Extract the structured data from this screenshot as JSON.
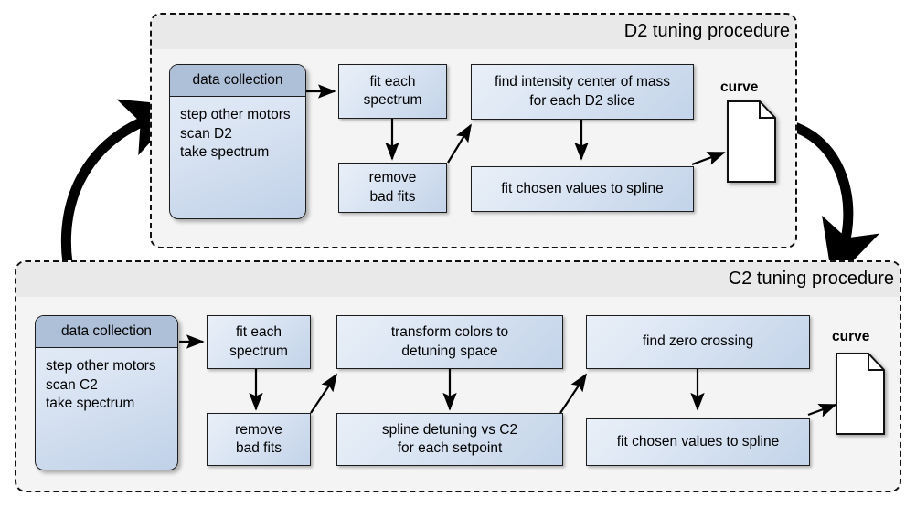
{
  "diagram": {
    "title": "D2 and C2 tuning procedures flowchart",
    "colors": {
      "group_fill": "#f4f4f4",
      "group_header_fill": "#e9e9e9",
      "group_border": "#111111",
      "node_fill_light": "#e9eff8",
      "node_fill_dark": "#c3d3e9",
      "node_header_fill": "#aec0d8",
      "node_border": "#1c1c1c",
      "arrow": "#000000",
      "doc_fill": "#ffffff"
    }
  },
  "groups": [
    {
      "id": "d2",
      "title": "D2 tuning procedure"
    },
    {
      "id": "c2",
      "title": "C2 tuning procedure"
    }
  ],
  "d2": {
    "title": "D2 tuning procedure",
    "data_collection": {
      "header": "data collection",
      "lines": [
        "step other motors",
        "scan D2",
        "take spectrum"
      ]
    },
    "nodes": [
      {
        "name": "fit-each-spectrum",
        "lines": [
          "fit each",
          "spectrum"
        ]
      },
      {
        "name": "remove-bad-fits",
        "lines": [
          "remove",
          "bad fits"
        ]
      },
      {
        "name": "find-intensity-center-of-mass",
        "lines": [
          "find intensity center of mass",
          "for each D2 slice"
        ]
      },
      {
        "name": "fit-chosen-values-to-spline",
        "lines": [
          "fit chosen values to spline"
        ]
      }
    ],
    "output": {
      "label": "curve",
      "icon": "document-icon"
    }
  },
  "c2": {
    "title": "C2 tuning procedure",
    "data_collection": {
      "header": "data collection",
      "lines": [
        "step other motors",
        "scan C2",
        "take spectrum"
      ]
    },
    "nodes": [
      {
        "name": "fit-each-spectrum",
        "lines": [
          "fit each",
          "spectrum"
        ]
      },
      {
        "name": "remove-bad-fits",
        "lines": [
          "remove",
          "bad fits"
        ]
      },
      {
        "name": "transform-colors-to-detuning-space",
        "lines": [
          "transform colors to",
          "detuning space"
        ]
      },
      {
        "name": "spline-detuning-vs-c2",
        "lines": [
          "spline detuning vs C2",
          "for each setpoint"
        ]
      },
      {
        "name": "find-zero-crossing",
        "lines": [
          "find zero crossing"
        ]
      },
      {
        "name": "fit-chosen-values-to-spline",
        "lines": [
          "fit chosen values to spline"
        ]
      }
    ],
    "output": {
      "label": "curve",
      "icon": "document-icon"
    }
  }
}
